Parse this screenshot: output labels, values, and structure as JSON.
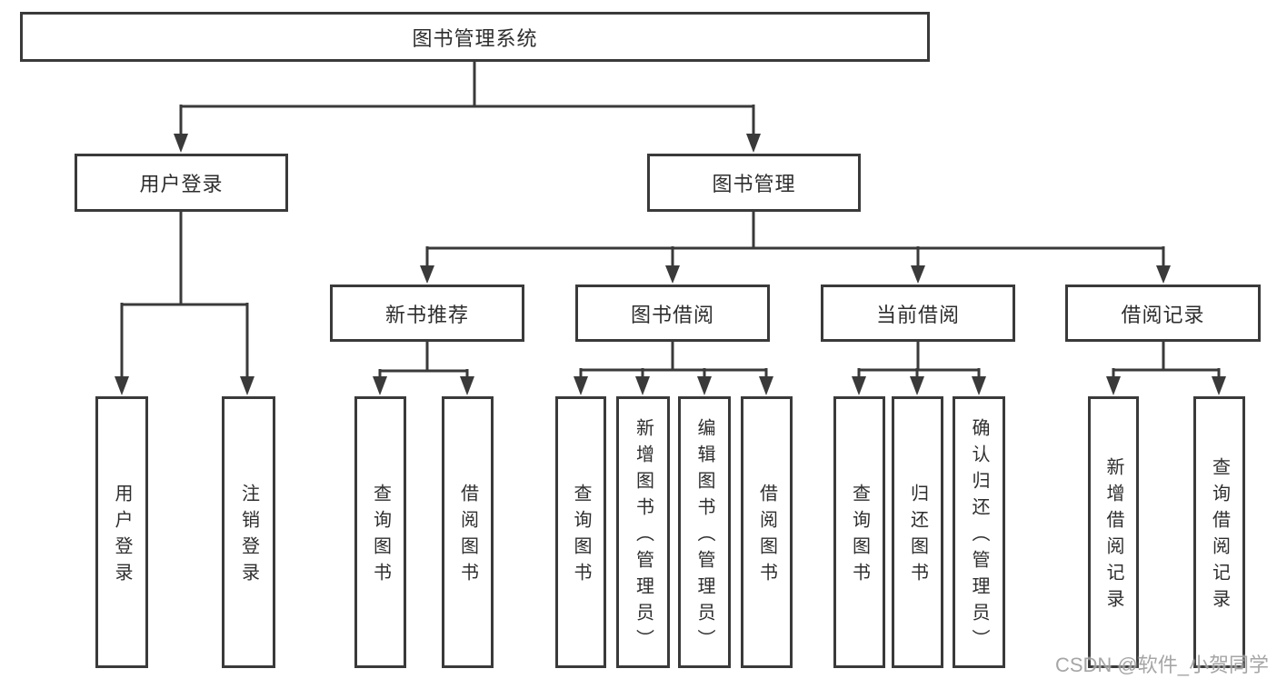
{
  "diagram": {
    "root": {
      "label": "图书管理系统"
    },
    "user_login": {
      "label": "用户登录",
      "children": [
        {
          "label": "用户登录"
        },
        {
          "label": "注销登录"
        }
      ]
    },
    "book_management": {
      "label": "图书管理",
      "sections": [
        {
          "label": "新书推荐",
          "children": [
            {
              "label": "查询图书"
            },
            {
              "label": "借阅图书"
            }
          ]
        },
        {
          "label": "图书借阅",
          "children": [
            {
              "label": "查询图书"
            },
            {
              "label": "新增图书（管理员）"
            },
            {
              "label": "编辑图书（管理员）"
            },
            {
              "label": "借阅图书"
            }
          ]
        },
        {
          "label": "当前借阅",
          "children": [
            {
              "label": "查询图书"
            },
            {
              "label": "归还图书"
            },
            {
              "label": "确认归还（管理员）"
            }
          ]
        },
        {
          "label": "借阅记录",
          "children": [
            {
              "label": "新增借阅记录"
            },
            {
              "label": "查询借阅记录"
            }
          ]
        }
      ]
    }
  },
  "watermark": {
    "text": "CSDN @软件_小贺同学"
  },
  "colors": {
    "line": "#3a3a3a",
    "text": "#2e2e2e",
    "background": "#ffffff",
    "watermark": "#969696"
  }
}
